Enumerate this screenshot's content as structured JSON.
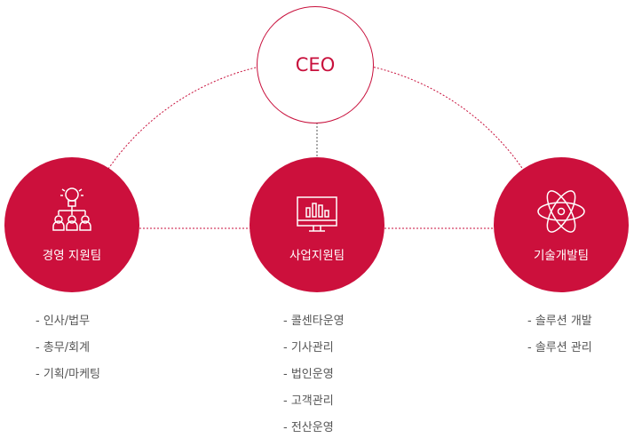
{
  "ceo": {
    "label": "CEO"
  },
  "teams": [
    {
      "name": "경영 지원팀",
      "icon": "idea-team-icon",
      "items": [
        "- 인사/법무",
        "- 총무/회계",
        "- 기획/마케팅"
      ]
    },
    {
      "name": "사업지원팀",
      "icon": "monitor-chart-icon",
      "items": [
        "- 콜센타운영",
        "- 기사관리",
        "- 법인운영",
        "- 고객관리",
        "- 전산운영"
      ]
    },
    {
      "name": "기술개발팀",
      "icon": "atom-icon",
      "items": [
        "- 솔루션 개발",
        "- 솔루션 관리"
      ]
    }
  ],
  "colors": {
    "accent": "#cc103c"
  }
}
